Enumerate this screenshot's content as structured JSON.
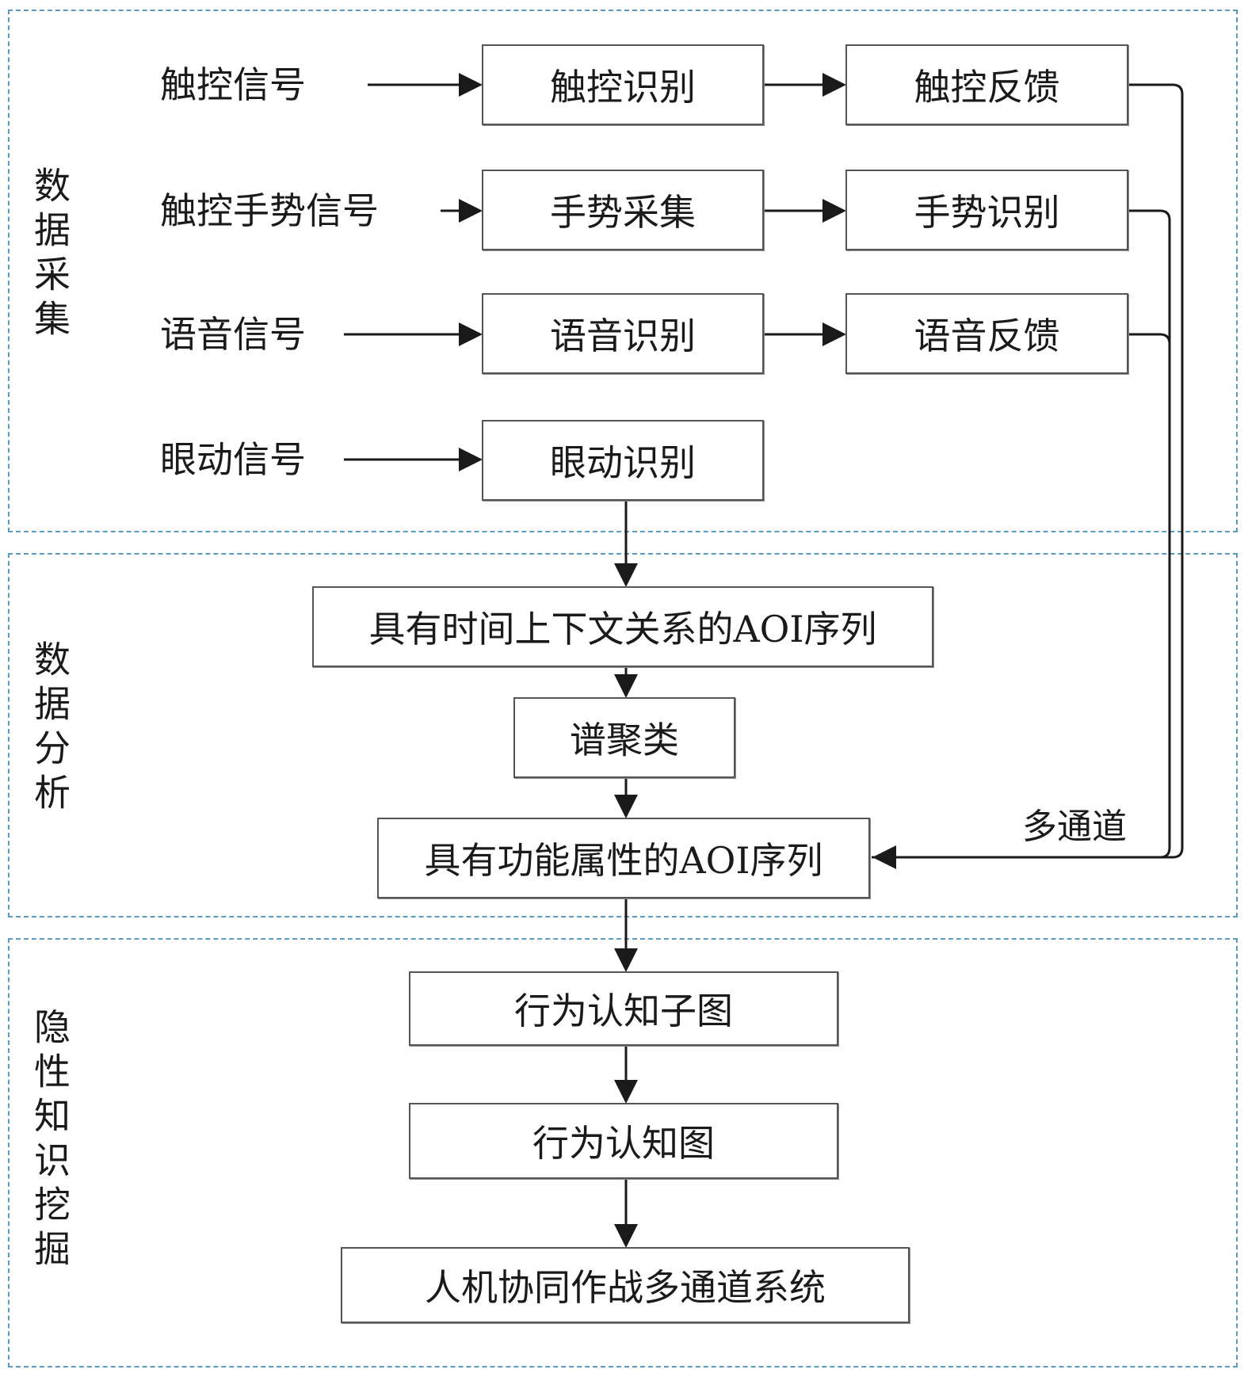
{
  "sections": {
    "collection": "数据采集",
    "analysis": "数据分析",
    "mining": "隐性知识挖掘"
  },
  "signals": {
    "touch": "触控信号",
    "gesture": "触控手势信号",
    "voice": "语音信号",
    "eye": "眼动信号"
  },
  "boxes": {
    "touch_recognition": "触控识别",
    "touch_feedback": "触控反馈",
    "gesture_collection": "手势采集",
    "gesture_recognition": "手势识别",
    "voice_recognition": "语音识别",
    "voice_feedback": "语音反馈",
    "eye_recognition": "眼动识别",
    "aoi_temporal": "具有时间上下文关系的AOI序列",
    "spectral_clustering": "谱聚类",
    "aoi_functional": "具有功能属性的AOI序列",
    "behavior_subgraph": "行为认知子图",
    "behavior_graph": "行为认知图",
    "system": "人机协同作战多通道系统"
  },
  "multichannel_label": "多通道"
}
